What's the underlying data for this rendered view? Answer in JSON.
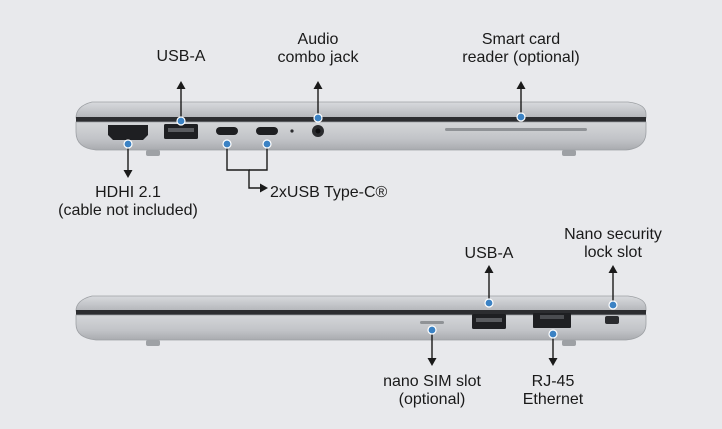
{
  "colors": {
    "background": "#e8e9ec",
    "dot": "#3b82c4",
    "line": "#1a1a1a",
    "chassis": "#c9cbcf"
  },
  "top_view": {
    "usb_a": {
      "label": "USB-A"
    },
    "audio": {
      "line1": "Audio",
      "line2": "combo jack"
    },
    "smart_card": {
      "line1": "Smart card",
      "line2": "reader (optional)"
    },
    "hdmi": {
      "line1": "HDHI 2.1",
      "line2": "(cable not included)"
    },
    "usb_c": {
      "label": "2xUSB Type-C®"
    }
  },
  "bottom_view": {
    "usb_a": {
      "label": "USB-A"
    },
    "nano_lock": {
      "line1": "Nano security",
      "line2": "lock slot"
    },
    "sim": {
      "line1": "nano SIM slot",
      "line2": "(optional)"
    },
    "rj45": {
      "line1": "RJ-45",
      "line2": "Ethernet"
    }
  }
}
